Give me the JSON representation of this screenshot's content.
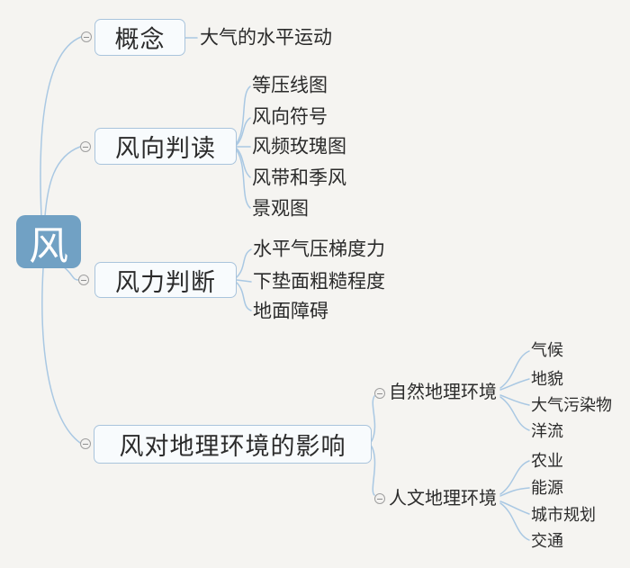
{
  "title": "风 mind map",
  "colors": {
    "background": "#f5f4f1",
    "root_fill": "#71a1c4",
    "root_text": "#ffffff",
    "node_fill": "#f8fbfd",
    "node_border": "#a9c4dc",
    "connector": "#a9c8e3",
    "text": "#2b2b2b"
  },
  "icons": {
    "collapse": "minus-circle"
  },
  "root": {
    "label": "风"
  },
  "branches": [
    {
      "label": "概念",
      "children": [
        "大气的水平运动"
      ]
    },
    {
      "label": "风向判读",
      "children": [
        "等压线图",
        "风向符号",
        "风频玫瑰图",
        "风带和季风",
        "景观图"
      ]
    },
    {
      "label": "风力判断",
      "children": [
        "水平气压梯度力",
        "下垫面粗糙程度",
        "地面障碍"
      ]
    },
    {
      "label": "风对地理环境的影响",
      "children": [
        {
          "label": "自然地理环境",
          "children": [
            "气候",
            "地貌",
            "大气污染物",
            "洋流"
          ]
        },
        {
          "label": "人文地理环境",
          "children": [
            "农业",
            "能源",
            "城市规划",
            "交通"
          ]
        }
      ]
    }
  ]
}
